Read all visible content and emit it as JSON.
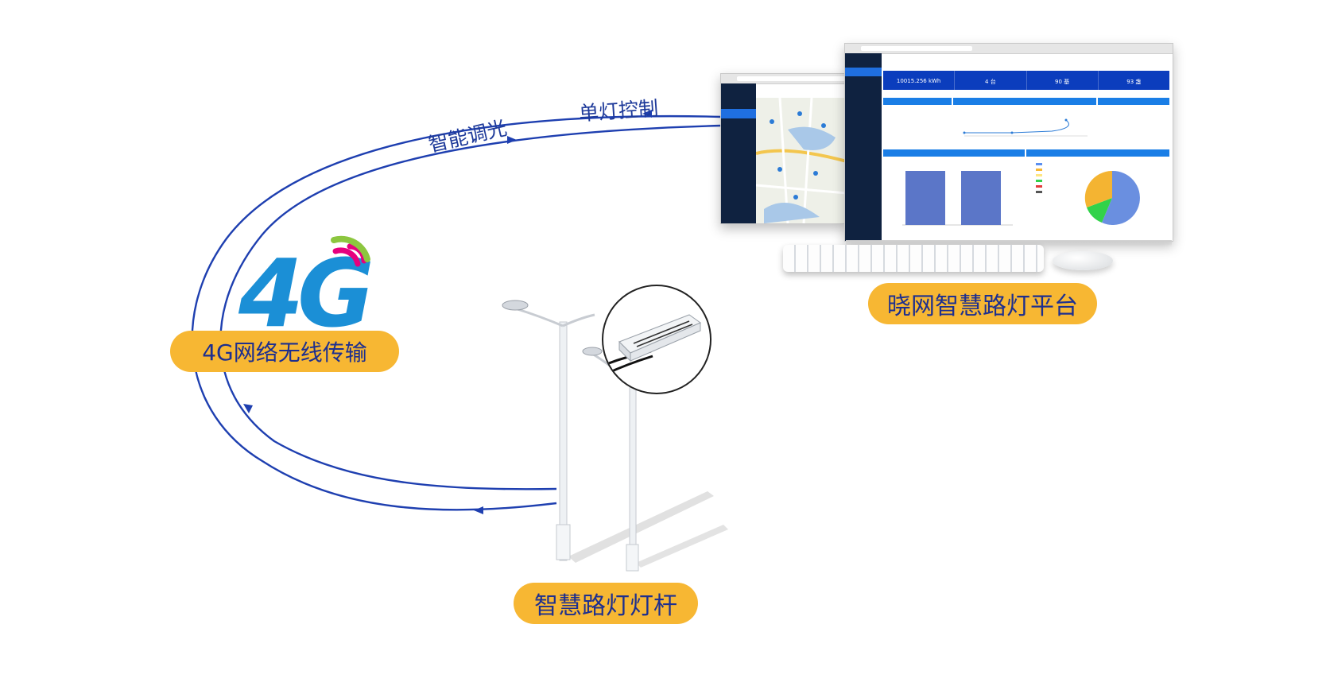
{
  "labels": {
    "network": "4G网络无线传输",
    "platform": "晓网智慧路灯平台",
    "pole": "智慧路灯灯杆",
    "dimming": "智能调光",
    "single_lamp": "单灯控制"
  },
  "logo": {
    "text": "4G",
    "icon": "wifi-signal-icon"
  },
  "colors": {
    "pill": "#f7b733",
    "pill_text": "#1d2f8f",
    "arrow": "#1e3fb0",
    "logo_blue": "#1b8fd6",
    "signal_magenta": "#e6007e",
    "signal_green": "#8cc63f"
  },
  "dashboard": {
    "stats": [
      {
        "label": "",
        "value": "10015.256 kWh"
      },
      {
        "label": "",
        "value": "4 台"
      },
      {
        "label": "",
        "value": "90 基"
      },
      {
        "label": "",
        "value": "93 盏"
      }
    ]
  }
}
